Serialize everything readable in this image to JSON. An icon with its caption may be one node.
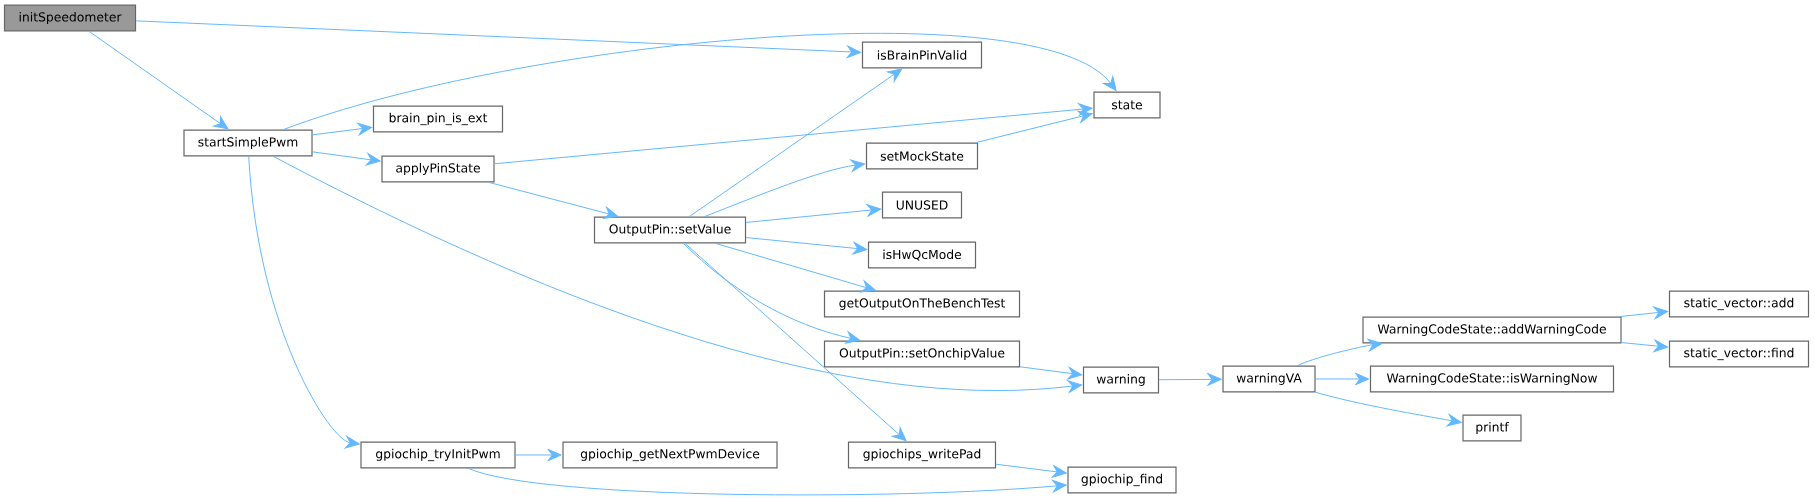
{
  "diagram": {
    "nodes": [
      {
        "text": [
          "initSpeedometer"
        ]
      },
      {
        "text": [
          "isBrainPinValid"
        ]
      },
      {
        "text": [
          "startSimplePwm"
        ]
      },
      {
        "text": [
          "brain_pin_is_ext"
        ]
      },
      {
        "text": [
          "state"
        ]
      },
      {
        "text": [
          "applyPinState"
        ]
      },
      {
        "text": [
          "setMockState"
        ]
      },
      {
        "text": [
          "OutputPin::setValue"
        ]
      },
      {
        "text": [
          "UNUSED"
        ]
      },
      {
        "text": [
          "isHwQcMode"
        ]
      },
      {
        "text": [
          "getOutputOnTheBenchTest"
        ]
      },
      {
        "text": [
          "OutputPin::setOnchipValue"
        ]
      },
      {
        "text": [
          "warning"
        ]
      },
      {
        "text": [
          "warningVA"
        ]
      },
      {
        "text": [
          "gpiochip_tryInitPwm"
        ]
      },
      {
        "text": [
          "gpiochip_getNextPwmDevice"
        ]
      },
      {
        "text": [
          "gpiochips_writePad"
        ]
      },
      {
        "text": [
          "gpiochip_find"
        ]
      },
      {
        "text": [
          "WarningCodeState::addWarningCode"
        ]
      },
      {
        "text": [
          "WarningCodeState::isWarningNow"
        ]
      },
      {
        "text": [
          "printf"
        ]
      },
      {
        "text": [
          "static_vector::add"
        ]
      },
      {
        "text": [
          "static_vector::find"
        ]
      }
    ],
    "edges": [
      {
        "from": 0,
        "to": 2,
        "arrow": "to"
      },
      {
        "from": 0,
        "to": 1,
        "arrow": "to"
      },
      {
        "from": 2,
        "to": 4,
        "arrow": "to"
      },
      {
        "from": 2,
        "to": 3,
        "arrow": "to"
      },
      {
        "from": 2,
        "to": 5,
        "arrow": "to"
      },
      {
        "from": 2,
        "to": 12,
        "arrow": "to"
      },
      {
        "from": 2,
        "to": 14,
        "arrow": "to"
      },
      {
        "from": 5,
        "to": 4,
        "arrow": "to"
      },
      {
        "from": 5,
        "to": 7,
        "arrow": "to"
      },
      {
        "from": 7,
        "to": 1,
        "arrow": "to"
      },
      {
        "from": 7,
        "to": 6,
        "arrow": "to"
      },
      {
        "from": 7,
        "to": 8,
        "arrow": "to"
      },
      {
        "from": 7,
        "to": 9,
        "arrow": "to"
      },
      {
        "from": 7,
        "to": 10,
        "arrow": "to"
      },
      {
        "from": 7,
        "to": 11,
        "arrow": "to"
      },
      {
        "from": 7,
        "to": 16,
        "arrow": "to"
      },
      {
        "from": 6,
        "to": 4,
        "arrow": "to"
      },
      {
        "from": 11,
        "to": 12,
        "arrow": "to"
      },
      {
        "from": 12,
        "to": 13,
        "arrow": "to"
      },
      {
        "from": 13,
        "to": 18,
        "arrow": "to"
      },
      {
        "from": 13,
        "to": 19,
        "arrow": "to"
      },
      {
        "from": 13,
        "to": 20,
        "arrow": "to"
      },
      {
        "from": 18,
        "to": 21,
        "arrow": "to"
      },
      {
        "from": 18,
        "to": 22,
        "arrow": "to"
      },
      {
        "from": 14,
        "to": 15,
        "arrow": "to"
      },
      {
        "from": 14,
        "to": 17,
        "arrow": "to"
      },
      {
        "from": 16,
        "to": 17,
        "arrow": "to"
      }
    ]
  }
}
